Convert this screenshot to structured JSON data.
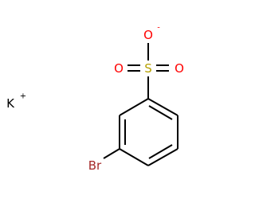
{
  "molecule": {
    "atoms": {
      "potassium": {
        "symbol": "K",
        "charge": "+",
        "color": "#000000"
      },
      "sulfur": {
        "symbol": "S",
        "color": "#b5a000"
      },
      "oxygen_top": {
        "symbol": "O",
        "charge": "-",
        "color": "#ff0000"
      },
      "oxygen_left": {
        "symbol": "O",
        "color": "#ff0000"
      },
      "oxygen_right": {
        "symbol": "O",
        "color": "#ff0000"
      },
      "bromine": {
        "symbol": "Br",
        "color": "#a52a2a"
      }
    },
    "bond_color": "#000000"
  }
}
